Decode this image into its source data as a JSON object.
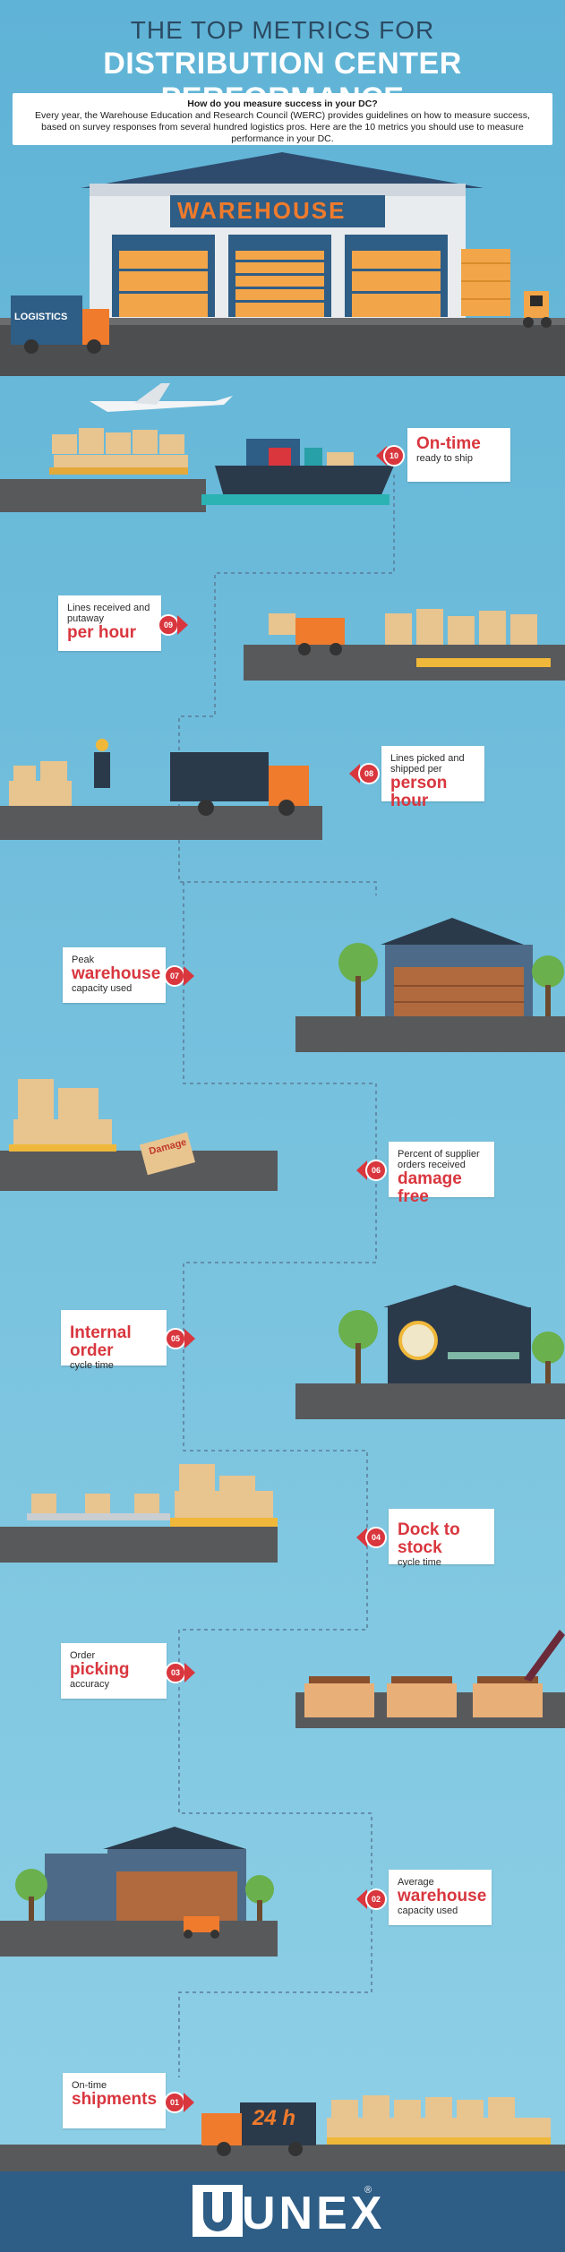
{
  "header": {
    "title_line1": "THE TOP METRICS FOR",
    "title_line2": "DISTRIBUTION CENTER PERFORMANCE",
    "intro_question": "How do you measure success in your DC?",
    "intro_text": "Every year, the Warehouse Education and Research Council (WERC) provides guidelines on how to measure success, based on survey responses from several hundred logistics pros. Here are the 10 metrics you should use to measure performance in your DC."
  },
  "illustration": {
    "warehouse_sign": "WAREHOUSE",
    "truck_label": "LOGISTICS",
    "damage_label": "Damage",
    "delivery_label": "24 h"
  },
  "metrics": [
    {
      "number": "10",
      "pre": "",
      "big": "On-time",
      "post": "ready to ship"
    },
    {
      "number": "09",
      "pre": "Lines received and putaway",
      "big": "per hour",
      "post": ""
    },
    {
      "number": "08",
      "pre": "Lines picked and shipped per",
      "big": "person hour",
      "post": ""
    },
    {
      "number": "07",
      "pre": "Peak",
      "big": "warehouse",
      "post": "capacity used"
    },
    {
      "number": "06",
      "pre": "Percent of supplier orders received",
      "big": "damage free",
      "post": ""
    },
    {
      "number": "05",
      "pre": "",
      "big": "Internal order",
      "post": "cycle time"
    },
    {
      "number": "04",
      "pre": "",
      "big": "Dock to stock",
      "post": "cycle time"
    },
    {
      "number": "03",
      "pre": "Order",
      "big": "picking",
      "post": "accuracy"
    },
    {
      "number": "02",
      "pre": "Average",
      "big": "warehouse",
      "post": "capacity used"
    },
    {
      "number": "01",
      "pre": "On-time",
      "big": "shipments",
      "post": ""
    }
  ],
  "footer": {
    "brand": "UNEX",
    "trademark": "®"
  },
  "colors": {
    "sky": "#7cc4dd",
    "road": "#58595b",
    "accent": "#d9363e",
    "navy": "#2e5d86",
    "box": "#e8c48f"
  }
}
